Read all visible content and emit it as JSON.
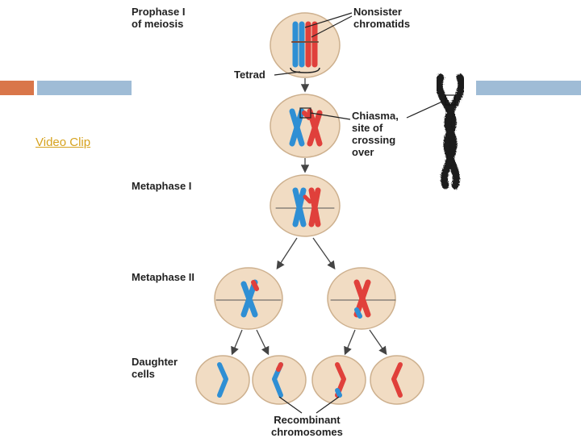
{
  "slide": {
    "link": {
      "label": "Video Clip"
    },
    "accent_colors": {
      "orange": "#d9764a",
      "blue": "#9fbcd6",
      "link": "#d6a21e"
    }
  },
  "diagram": {
    "stages": {
      "prophase": "Prophase I\nof meiosis",
      "metaphase1": "Metaphase I",
      "metaphase2": "Metaphase II",
      "daughter": "Daughter\ncells"
    },
    "callouts": {
      "nonsister": "Nonsister\nchromatids",
      "tetrad": "Tetrad",
      "chiasma": "Chiasma,\nsite of\ncrossing\nover",
      "recombinant": "Recombinant\nchromosomes"
    },
    "colors": {
      "cell_fill": "#f1dcc3",
      "cell_stroke": "#cdb08e",
      "blue_chromosome": "#2f8fd4",
      "red_chromosome": "#e0403b"
    },
    "icons": [
      "micrograph-image"
    ]
  }
}
